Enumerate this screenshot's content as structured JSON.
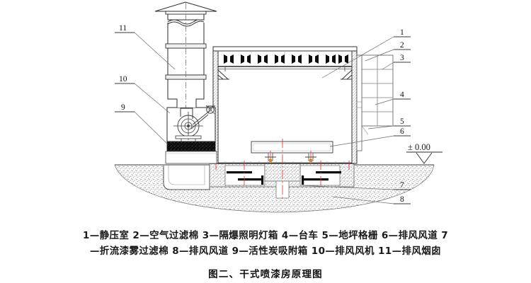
{
  "figure": {
    "title": "图二、干式喷漆房原理图",
    "elevation_marker": "± 0.00"
  },
  "callouts": {
    "right": [
      {
        "id": "1",
        "label": "1"
      },
      {
        "id": "2",
        "label": "2"
      },
      {
        "id": "3",
        "label": "3"
      },
      {
        "id": "4",
        "label": "4"
      },
      {
        "id": "5",
        "label": "5"
      },
      {
        "id": "6",
        "label": "6"
      },
      {
        "id": "7",
        "label": "7"
      },
      {
        "id": "8",
        "label": "8"
      }
    ],
    "left": [
      {
        "id": "11",
        "label": "11"
      },
      {
        "id": "10",
        "label": "10"
      },
      {
        "id": "9",
        "label": "9"
      }
    ]
  },
  "legend": {
    "line1": "1—静压室 2—空气过滤棉 3—隔爆照明灯箱 4—台车 5—地坪格栅 6—排风风道 7",
    "line2": "—折流漆雾过滤棉 8—排风风道 9—活性炭吸附箱 10—排风风机 11—排风烟囱",
    "items": [
      {
        "num": "1",
        "name": "静压室"
      },
      {
        "num": "2",
        "name": "空气过滤棉"
      },
      {
        "num": "3",
        "name": "隔爆照明灯箱"
      },
      {
        "num": "4",
        "name": "台车"
      },
      {
        "num": "5",
        "name": "地坪格栅"
      },
      {
        "num": "6",
        "name": "排风风道"
      },
      {
        "num": "7",
        "name": "折流漆雾过滤棉"
      },
      {
        "num": "8",
        "name": "排风风道"
      },
      {
        "num": "9",
        "name": "活性炭吸附箱"
      },
      {
        "num": "10",
        "name": "排风风机"
      },
      {
        "num": "11",
        "name": "排风烟囱"
      }
    ]
  },
  "colors": {
    "line": "#1a1a1a",
    "thin": "#4a4a4a",
    "fill_dark": "#0d0d0d",
    "hatch": "#8c8c8c",
    "centerline": "#e8352e",
    "paper": "#ffffff"
  }
}
